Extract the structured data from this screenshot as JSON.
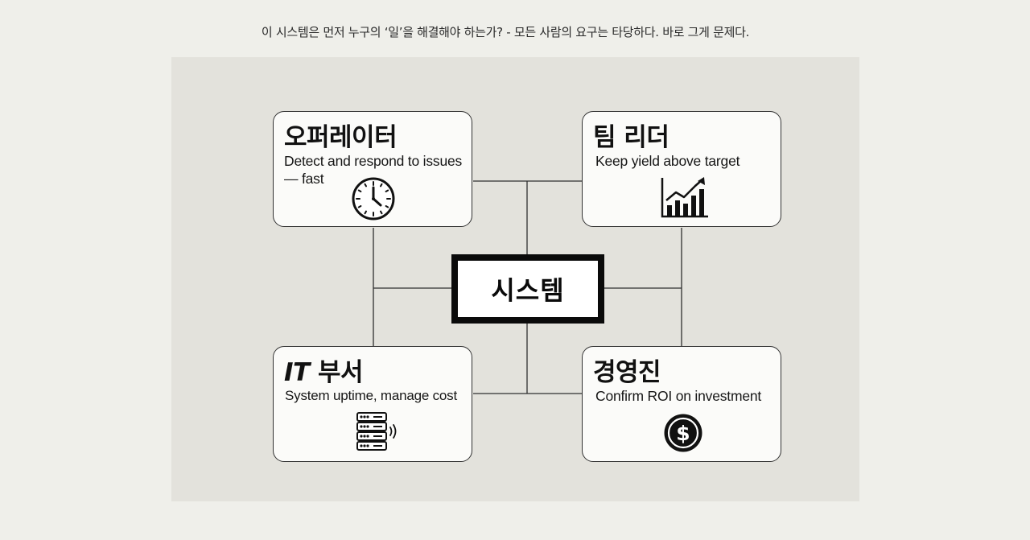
{
  "caption": "이 시스템은 먼저 누구의 ‘일’을 해결해야 하는가? - 모든 사람의 요구는 타당하다. 바로 그게 문제다.",
  "diagram": {
    "center": {
      "label": "시스템"
    },
    "cards": {
      "operator": {
        "title": "오퍼레이터",
        "description": "Detect and respond to issues — fast",
        "icon": "clock-icon"
      },
      "team_leader": {
        "title": "팀 리더",
        "description": "Keep yield above target",
        "icon": "bar-chart-trend-icon"
      },
      "it_dept": {
        "title_prefix": "IT",
        "title_rest": " 부서",
        "description": "System uptime, manage cost",
        "icon": "server-icon"
      },
      "executives": {
        "title": "경영진",
        "description": "Confirm ROI on investment",
        "icon": "dollar-coin-icon"
      }
    }
  }
}
